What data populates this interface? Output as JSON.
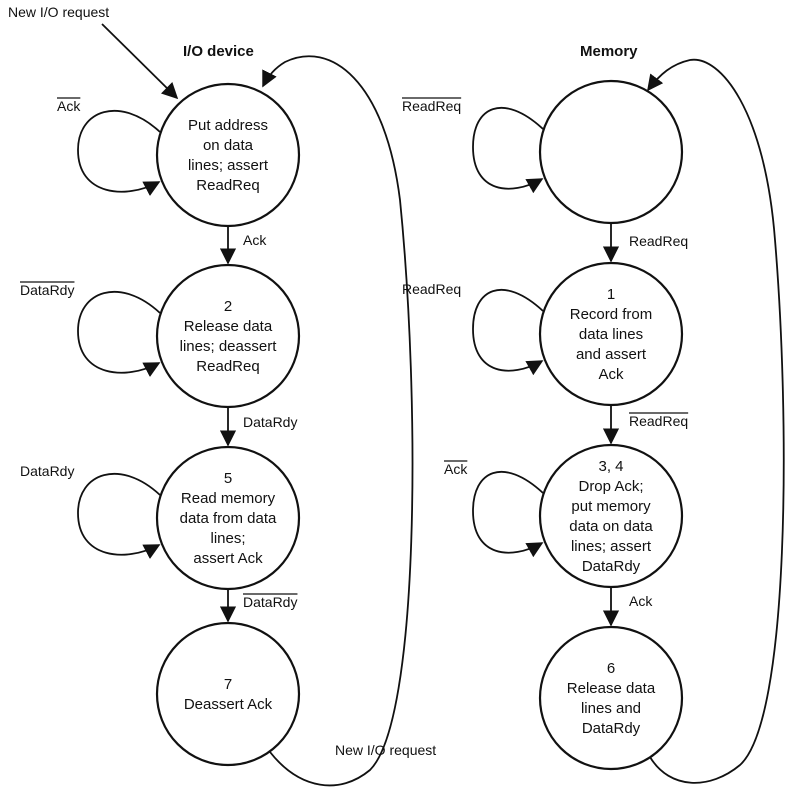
{
  "headers": {
    "io_device": "I/O device",
    "memory": "Memory"
  },
  "new_io_request_top": "New I/O request",
  "new_io_request_bottom": "New I/O request",
  "io_states": [
    {
      "lines": [
        "Put address",
        "on data",
        "lines; assert",
        "ReadReq"
      ]
    },
    {
      "lines": [
        "2",
        "Release data",
        "lines; deassert",
        "ReadReq"
      ]
    },
    {
      "lines": [
        "5",
        "Read memory",
        "data from data",
        "lines;",
        "assert Ack"
      ]
    },
    {
      "lines": [
        "7",
        "Deassert Ack"
      ]
    }
  ],
  "mem_states": [
    {
      "lines": []
    },
    {
      "lines": [
        "1",
        "Record from",
        "data lines",
        "and assert",
        "Ack"
      ]
    },
    {
      "lines": [
        "3, 4",
        "Drop Ack;",
        "put memory",
        "data on data",
        "lines; assert",
        "DataRdy"
      ]
    },
    {
      "lines": [
        "6",
        "Release data",
        "lines and",
        "DataRdy"
      ]
    }
  ],
  "io_self_loops": [
    "Ack",
    "DataRdy",
    "DataRdy"
  ],
  "io_self_loops_negated": [
    true,
    true,
    false
  ],
  "io_transitions": [
    "Ack",
    "DataRdy",
    "DataRdy"
  ],
  "io_transitions_negated": [
    false,
    false,
    true
  ],
  "mem_self_loops": [
    "ReadReq",
    "ReadReq",
    "Ack"
  ],
  "mem_self_loops_negated": [
    true,
    false,
    true
  ],
  "mem_transitions": [
    "ReadReq",
    "ReadReq",
    "Ack"
  ],
  "mem_transitions_negated": [
    false,
    true,
    false
  ]
}
